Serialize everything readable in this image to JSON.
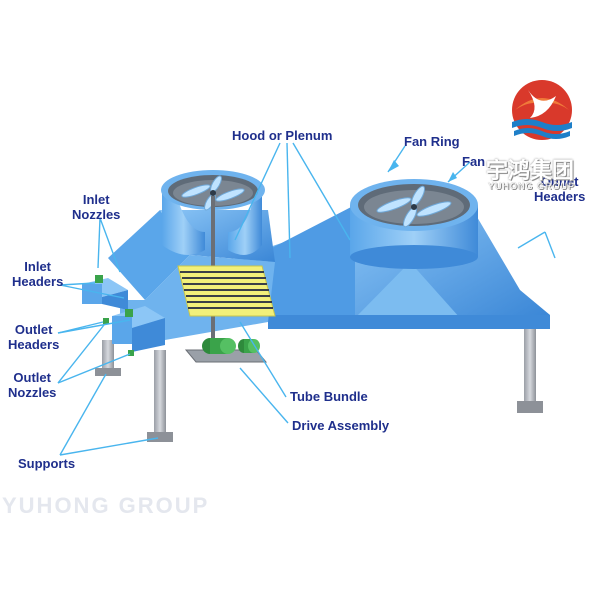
{
  "labels": {
    "hood_or_plenum": "Hood or Plenum",
    "fan_ring": "Fan Ring",
    "fan": "Fan",
    "outlet_headers_right": "Outlet\nHeaders",
    "inlet_nozzles": "Inlet\nNozzles",
    "inlet_headers": "Inlet\nHeaders",
    "outlet_headers": "Outlet\nHeaders",
    "outlet_nozzles": "Outlet\nNozzles",
    "supports": "Supports",
    "tube_bundle": "Tube Bundle",
    "drive_assembly": "Drive Assembly"
  },
  "logo": {
    "chinese_text": "宇鸿集团",
    "english_text": "YUHONG GROUP",
    "icon": "red-sun-bird-logo-icon"
  },
  "watermark": "YUHONG GROUP",
  "colors": {
    "label_text": "#1f2f8c",
    "equipment_blue": "#5aa6ea",
    "equipment_dark": "#2f78c8",
    "tube_bundle_yellow": "#f2f07a",
    "drive_green": "#3aa34a",
    "logo_red": "#d9392b",
    "logo_blue": "#1e7fc8"
  }
}
